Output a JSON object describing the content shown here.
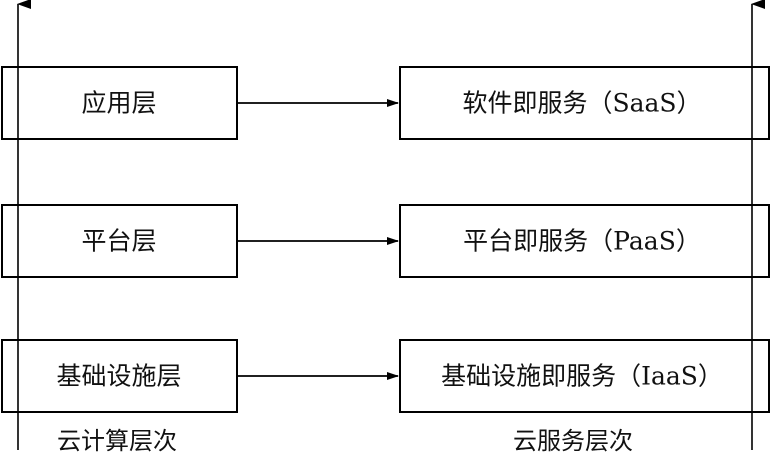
{
  "left_column": {
    "axis_label": "云计算层次",
    "layers": [
      {
        "label": "应用层"
      },
      {
        "label": "平台层"
      },
      {
        "label": "基础设施层"
      }
    ]
  },
  "right_column": {
    "axis_label": "云服务层次",
    "services": [
      {
        "label": "软件即服务（SaaS）"
      },
      {
        "label": "平台即服务（PaaS）"
      },
      {
        "label": "基础设施即服务（IaaS）"
      }
    ]
  },
  "colors": {
    "line": "#000000",
    "text": "#111111",
    "background": "#ffffff"
  }
}
